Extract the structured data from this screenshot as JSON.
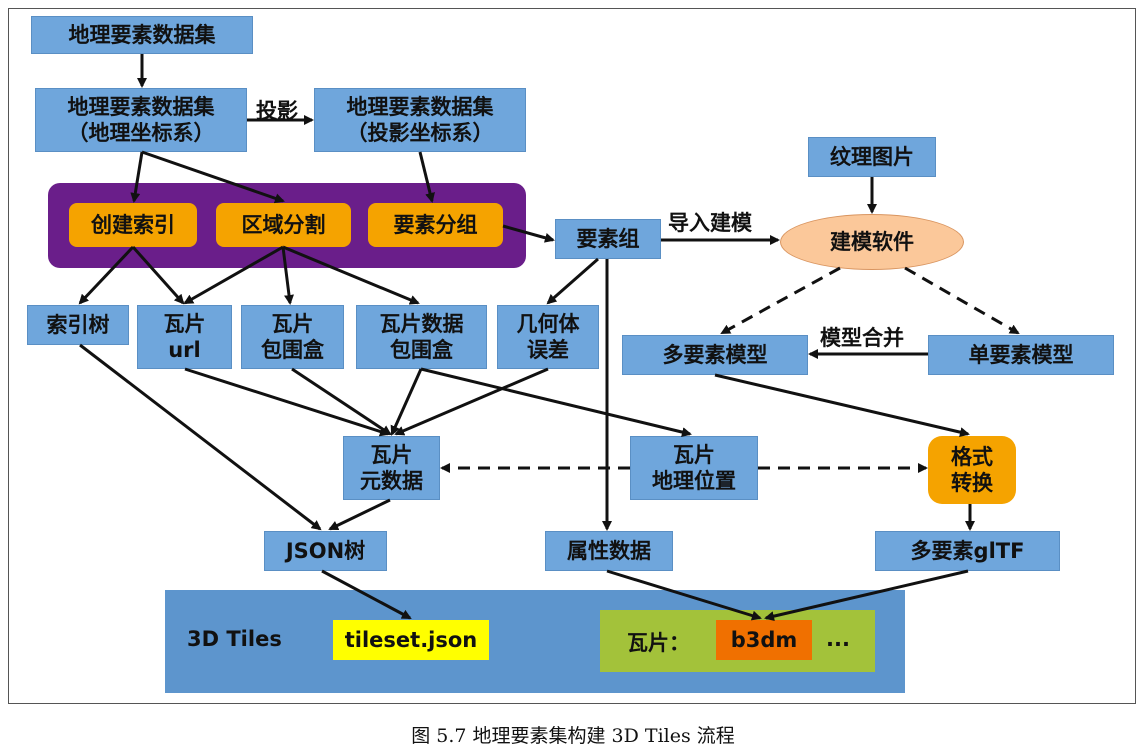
{
  "caption": "图 5.7 地理要素集构建 3D Tiles 流程",
  "edge_labels": {
    "projection": "投影",
    "import_modeling": "导入建模",
    "model_merge": "模型合并"
  },
  "nodes": {
    "dataset": "地理要素数据集",
    "dataset_geo": "地理要素数据集\n（地理坐标系）",
    "dataset_proj": "地理要素数据集\n（投影坐标系）",
    "create_index": "创建索引",
    "region_split": "区域分割",
    "feature_group": "要素分组",
    "feature_set": "要素组",
    "texture": "纹理图片",
    "modeling_software": "建模软件",
    "index_tree": "索引树",
    "tile_url": "瓦片\nurl",
    "tile_bbox": "瓦片\n包围盒",
    "tile_data_bbox": "瓦片数据\n包围盒",
    "geometric_error": "几何体\n误差",
    "multi_model": "多要素模型",
    "single_model": "单要素模型",
    "tile_metadata": "瓦片\n元数据",
    "tile_location": "瓦片\n地理位置",
    "format_convert": "格式\n转换",
    "json_tree": "JSON树",
    "attribute_data": "属性数据",
    "multi_gltf": "多要素glTF"
  },
  "tiles_panel": {
    "title": "3D Tiles",
    "tileset": "tileset.json",
    "tile_label": "瓦片：",
    "b3dm": "b3dm",
    "ellipsis": "..."
  },
  "colors": {
    "blue_box": "#6fa6dc",
    "orange_box": "#f5a300",
    "purple_region": "#6a1e8a",
    "ellipse": "#fbc89a",
    "panel_blue": "#5d95cd",
    "panel_green": "#a3c23a",
    "yellow": "#ffff00",
    "b3dm_orange": "#f07000"
  }
}
